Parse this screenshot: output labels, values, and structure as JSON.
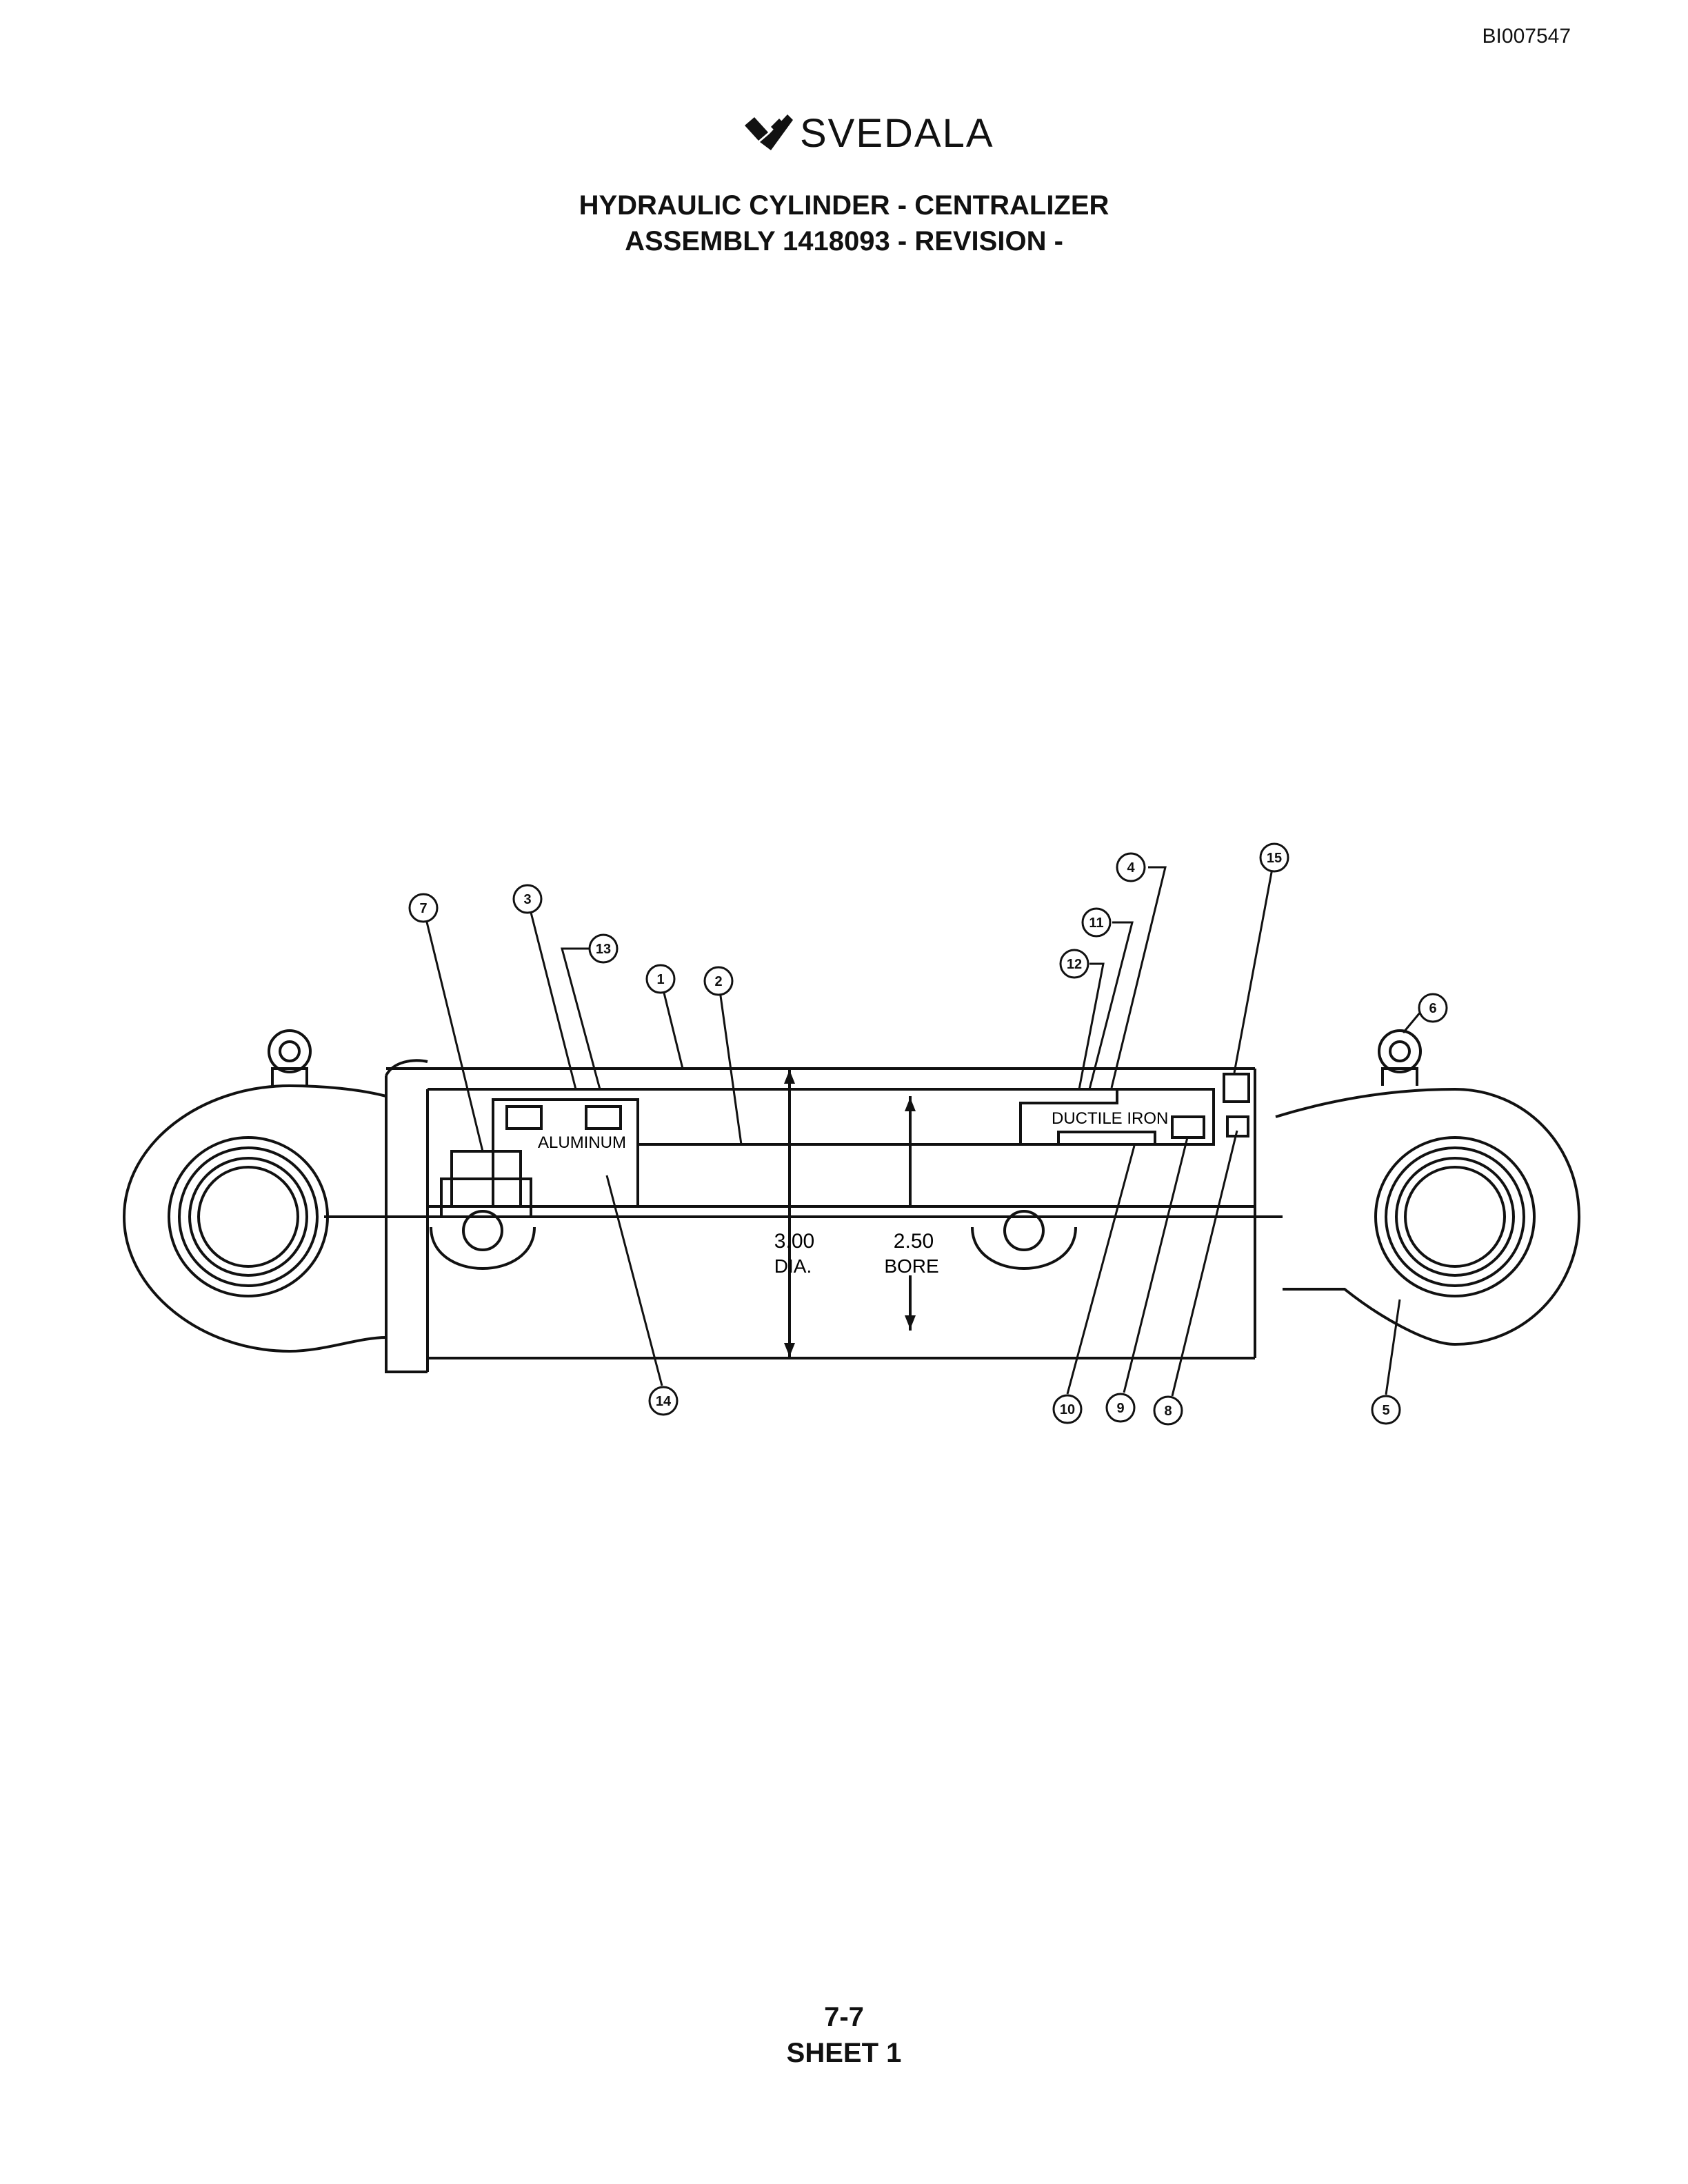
{
  "doc_id": "BI007547",
  "logo": {
    "text": "SVEDALA"
  },
  "title_line1": "HYDRAULIC CYLINDER - CENTRALIZER",
  "title_line2": "ASSEMBLY 1418093 - REVISION -",
  "labels": {
    "aluminum": "ALUMINUM",
    "ductile_iron": "DUCTILE IRON",
    "dia_value": "3.00",
    "dia_unit": "DIA.",
    "bore_value": "2.50",
    "bore_unit": "BORE"
  },
  "callouts": [
    "1",
    "2",
    "3",
    "4",
    "5",
    "6",
    "7",
    "8",
    "9",
    "10",
    "11",
    "12",
    "13",
    "14",
    "15"
  ],
  "footer_page": "7-7",
  "footer_sheet": "SHEET 1"
}
